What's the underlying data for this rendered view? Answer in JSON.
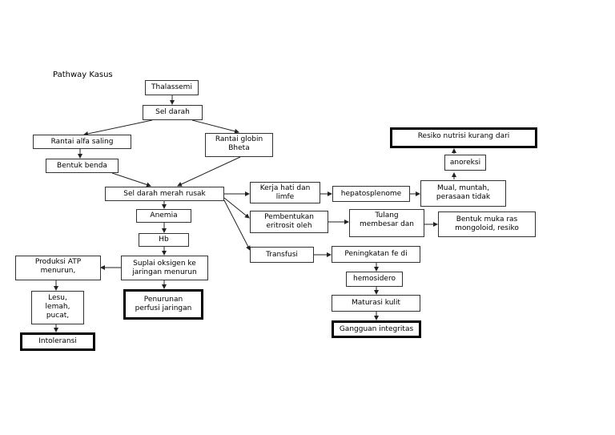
{
  "title": "Pathway Kasus",
  "nodes": {
    "thalassemi": "Thalassemi",
    "sel_darah": "Sel darah",
    "rantai_alfa": "Rantai alfa saling",
    "rantai_globin": "Rantai globin\nBheta",
    "bentuk_benda": "Bentuk benda",
    "sel_darah_merah_rusak": "Sel darah merah rusak",
    "anemia": "Anemia",
    "hb": "Hb",
    "suplai_oksigen": "Suplai oksigen ke\njaringan menurun",
    "penurunan_perfusi": "Penurunan\nperfusi jaringan",
    "produksi_atp": "Produksi ATP\nmenurun,",
    "lesu": "Lesu,\nlemah,\npucat,",
    "intoleransi": "Intoleransi",
    "kerja_hati": "Kerja hati dan\nlimfe",
    "hepatosplenome": "hepatosplenome",
    "mual": "Mual, muntah,\nperasaan tidak",
    "anoreksi": "anoreksi",
    "resiko_nutrisi": "Resiko nutrisi kurang dari",
    "pembentukan": "Pembentukan\neritrosit oleh",
    "tulang": "Tulang\nmembesar dan",
    "bentuk_muka": "Bentuk muka ras\nmongoloid, resiko",
    "transfusi": "Transfusi",
    "peningkatan_fe": "Peningkatan fe di",
    "hemosidero": "hemosidero",
    "maturasi_kulit": "Maturasi kulit",
    "gangguan_integritas": "Gangguan integritas"
  }
}
